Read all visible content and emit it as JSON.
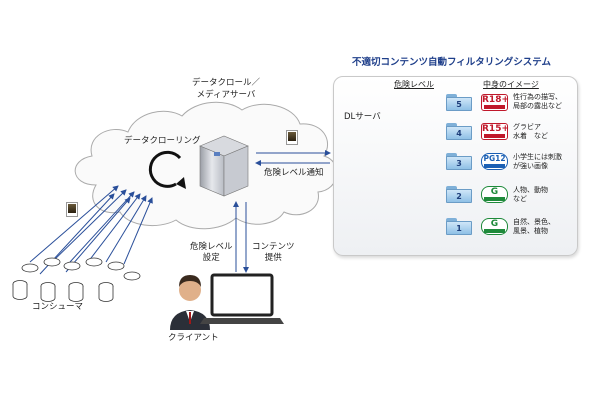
{
  "labels": {
    "server_title": "データクロール／\nメディアサーバ",
    "crawling": "データクローリング",
    "danger_notice": "危険レベル通知",
    "set_level": "危険レベル\n設定",
    "provide_content": "コンテンツ\n提供",
    "client": "クライアント",
    "consumer": "コンシューマ",
    "system_title": "不適切コンテンツ自動フィルタリングシステム",
    "dl_server": "DLサーバ",
    "danger_level": "危険レベル",
    "content_image": "中身のイメージ"
  },
  "levels": [
    {
      "num": "5",
      "rating": "R18+",
      "color": "#c0182a",
      "desc": "性行為の描写、\n局部の露出など"
    },
    {
      "num": "4",
      "rating": "R15+",
      "color": "#c0182a",
      "desc": "グラビア\n水着　など"
    },
    {
      "num": "3",
      "rating": "PG12",
      "color": "#1a5fb4",
      "desc": "小学生には刺激\nが強い画像"
    },
    {
      "num": "2",
      "rating": "G",
      "color": "#1e8a3a",
      "desc": "人物、動物\nなど"
    },
    {
      "num": "1",
      "rating": "G",
      "color": "#1e8a3a",
      "desc": "自然、景色、\n風景、植物"
    }
  ],
  "colors": {
    "arrow": "#2a4f9a",
    "accent": "#1f3f8a"
  }
}
